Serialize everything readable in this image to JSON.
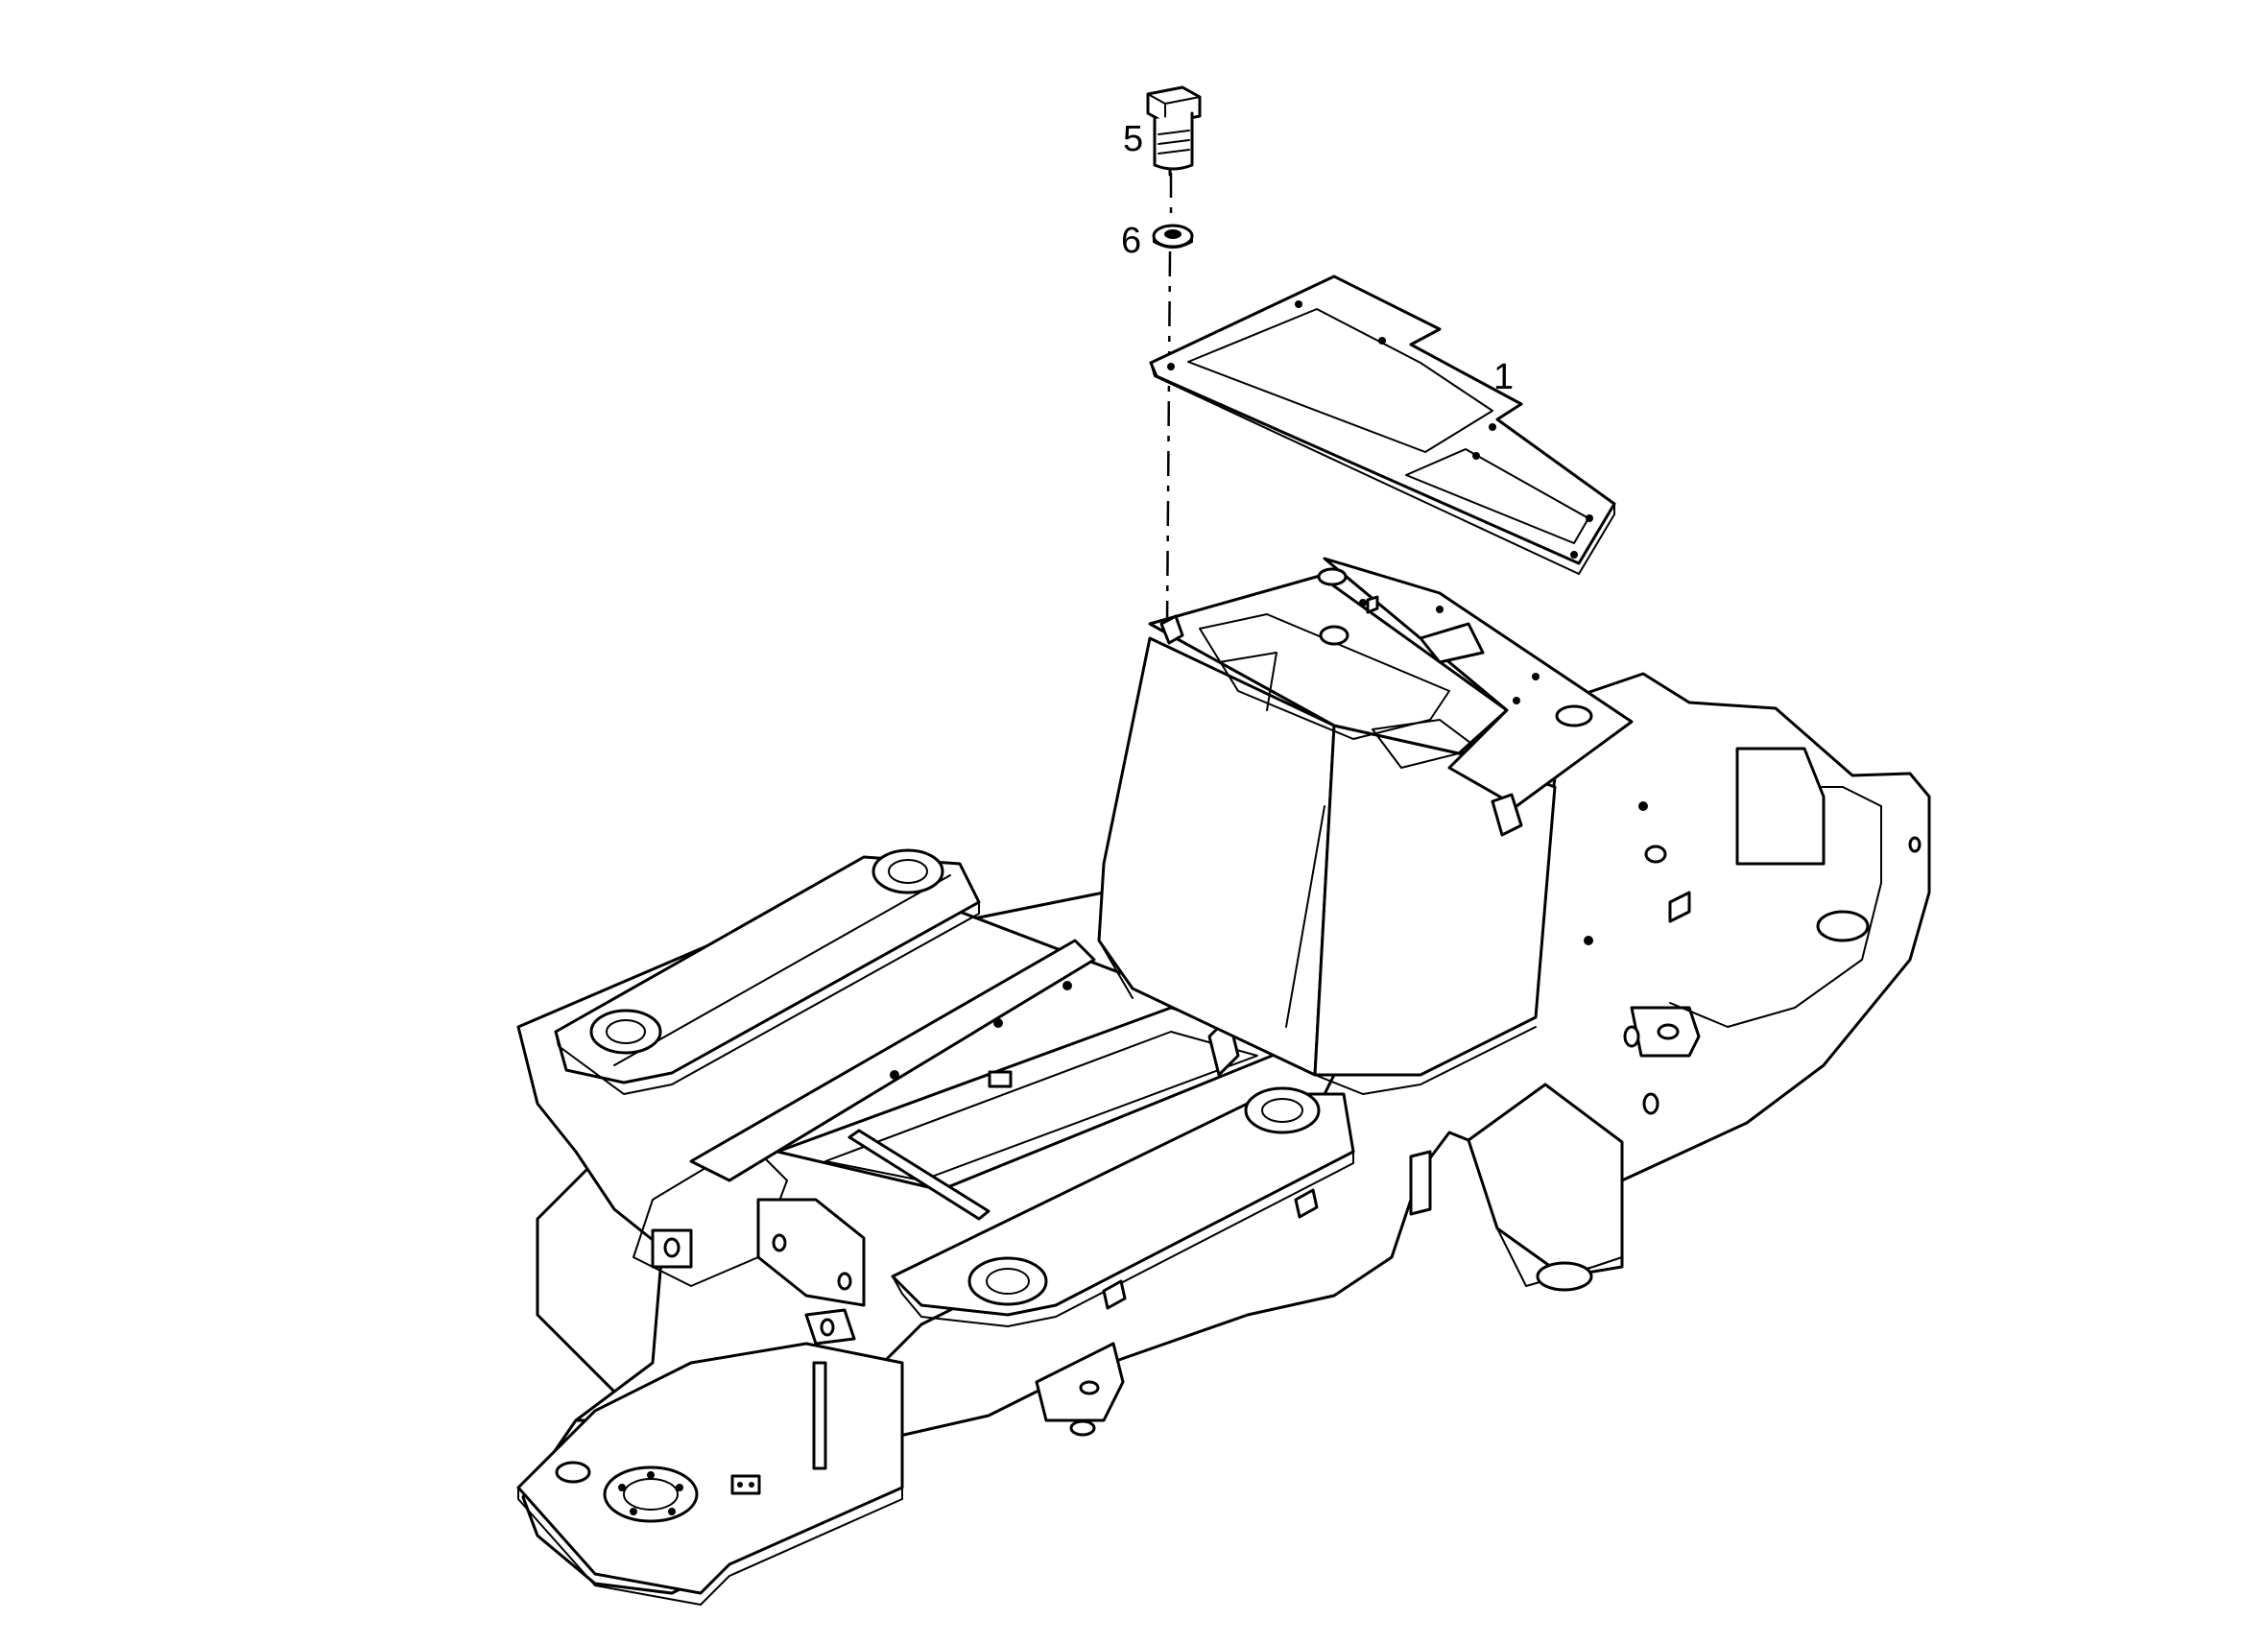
{
  "callouts": {
    "part_5": "5",
    "part_6": "6",
    "part_1": "1"
  },
  "colors": {
    "line": "#000000",
    "background": "#ffffff"
  }
}
